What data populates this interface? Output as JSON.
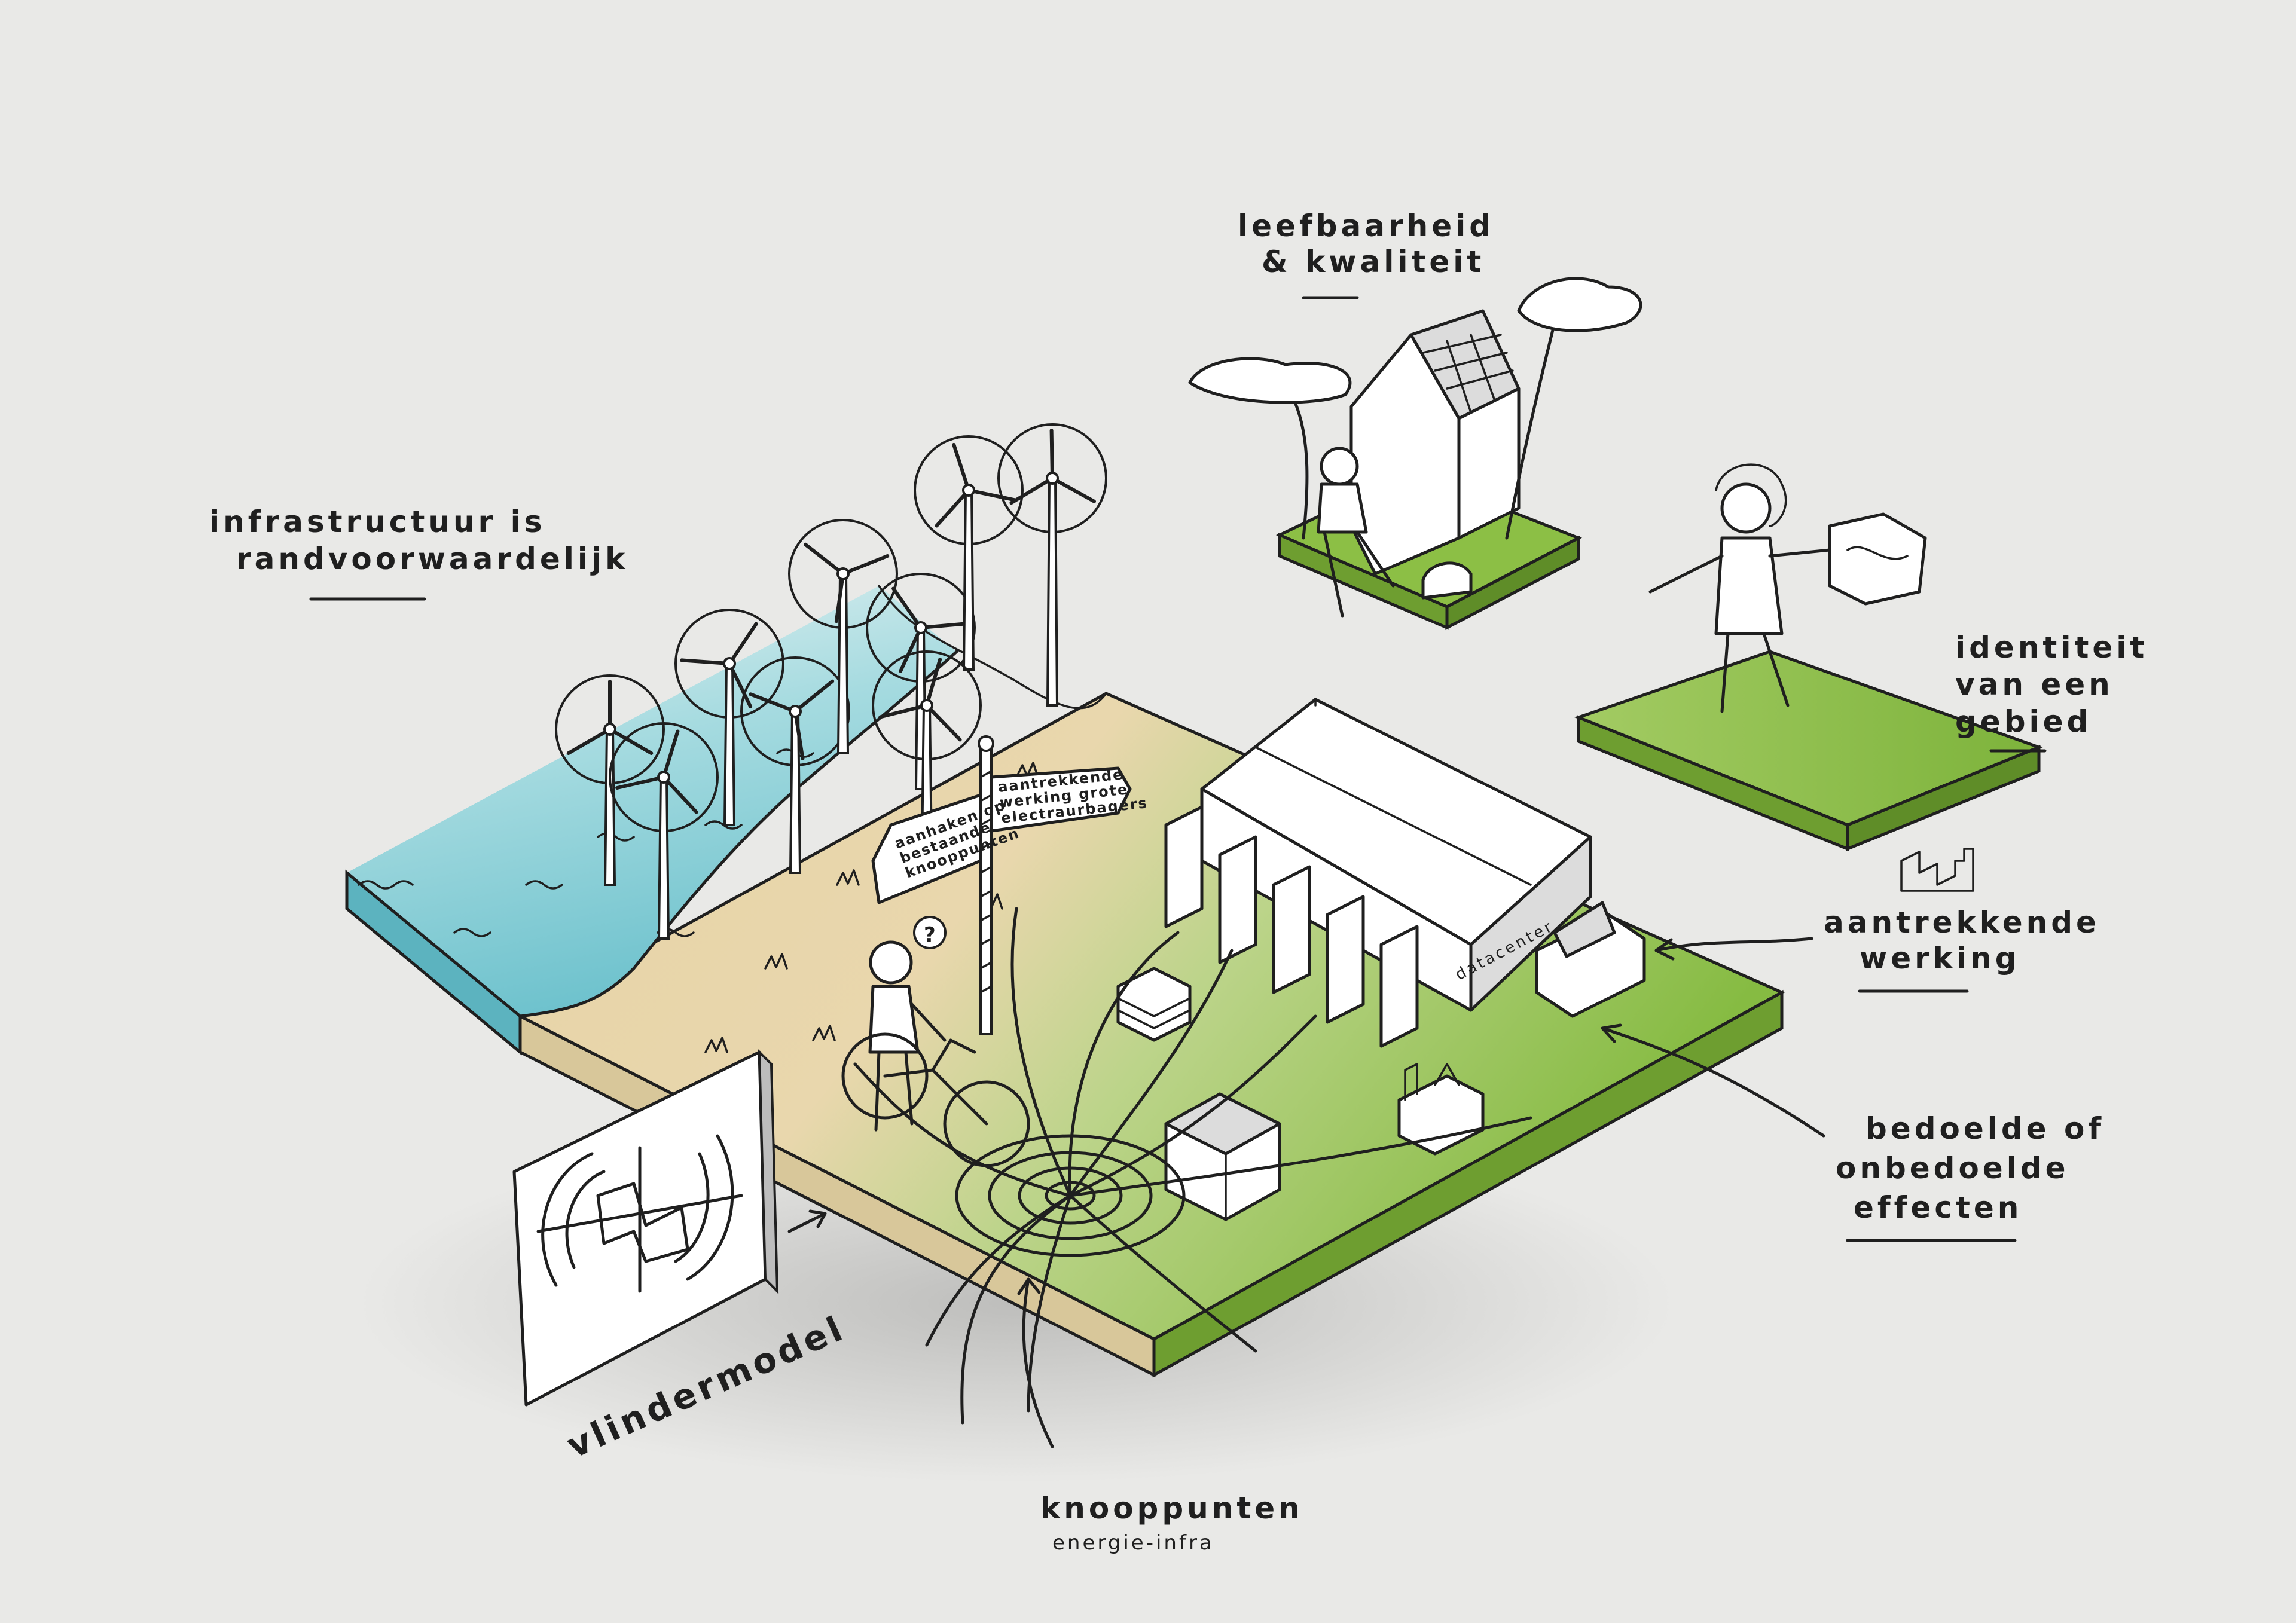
{
  "labels": {
    "infrastructuur": [
      "infrastructuur is",
      "randvoorwaardelijk"
    ],
    "leefbaarheid": [
      "leefbaarheid",
      "& kwaliteit"
    ],
    "identiteit": [
      "identiteit",
      "van een",
      "gebied"
    ],
    "aantrekkende": [
      "aantrekkende",
      "werking"
    ],
    "bedoelde": [
      "bedoelde of",
      "onbedoelde",
      "effecten"
    ],
    "vlindermodel": "vlindermodel",
    "knooppunten": "knooppunten",
    "energie_infra": "energie-infra"
  },
  "signpost": {
    "left": [
      "aanhaken op",
      "bestaande",
      "knooppunten"
    ],
    "right": [
      "aantrekkende",
      "werking grote",
      "electraurbagers"
    ]
  },
  "datacenter_label": "datacenter",
  "colors": {
    "background": "#e9e9e7",
    "sea": "#8fd0d8",
    "sand": "#e8d4a4",
    "grass": "#8cbf45",
    "ink": "#1f1f1f"
  }
}
